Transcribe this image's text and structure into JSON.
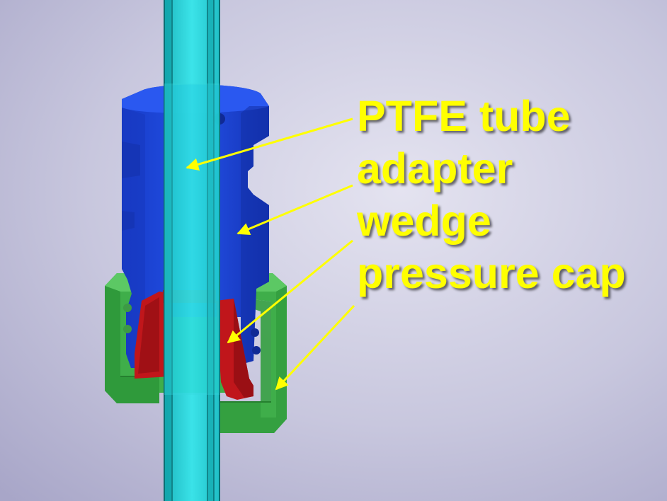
{
  "labels": {
    "ptfe_tube": "PTFE tube",
    "adapter": "adapter",
    "wedge": "wedge",
    "pressure_cap": "pressure cap"
  },
  "colors": {
    "label_text": "#ffff00",
    "arrow": "#ffff00",
    "tube": "#19d3d8",
    "adapter": "#1f3fd6",
    "wedge": "#c0161b",
    "pressure_cap": "#3fae4a"
  }
}
